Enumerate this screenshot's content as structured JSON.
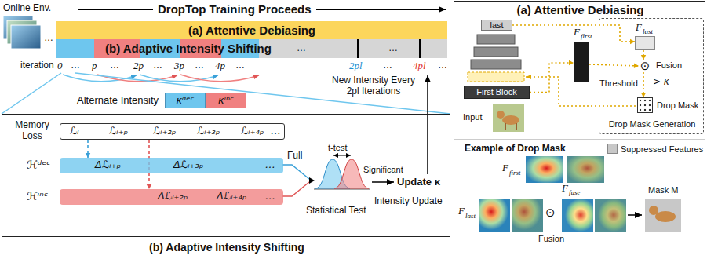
{
  "diagram": {
    "nodes": [
      {
        "text": [
          "(a) Attentive Debiasing"
        ]
      },
      {
        "text": [
          "(b) Adaptive Intensity Shifting"
        ]
      },
      {
        "text": [
          "κᵈᵉᶜ"
        ]
      },
      {
        "text": [
          "κⁱⁿᶜ"
        ]
      },
      {
        "text": [
          "(b) Adaptive Intensity Shifting"
        ]
      },
      {
        "text": [
          "Memory Loss",
          "ℒᵢ",
          "ℒᵢ₊ₚ",
          "ℒᵢ₊₂ₚ",
          "ℒᵢ₊₃ₚ",
          "ℒᵢ₊₄ₚ",
          "…"
        ],
        "in": 4
      },
      {
        "text": [
          "ℋᵈᵉᶜ",
          "Δℒᵢ₊ₚ",
          "Δℒᵢ₊₃ₚ",
          "…"
        ],
        "in": 4
      },
      {
        "text": [
          "ℋⁱⁿᶜ",
          "Δℒᵢ₊₂ₚ",
          "Δℒᵢ₊₄ₚ",
          "…"
        ],
        "in": 4
      },
      {
        "text": [
          "(a) Attentive Debiasing"
        ]
      },
      {
        "text": [
          "last"
        ],
        "in": 8
      },
      {
        "text": [
          "First Block"
        ],
        "in": 8
      },
      {
        "text": [
          "F",
          "first"
        ],
        "in": 8
      },
      {
        "text": [
          "Drop Mask Generation"
        ],
        "in": 8
      },
      {
        "text": [
          "F",
          "last"
        ],
        "in": 12
      },
      {
        "text": [
          "⊙",
          "Fusion"
        ],
        "in": 12
      },
      {
        "text": [
          "Drop Mask"
        ],
        "in": 12
      }
    ],
    "edges": [
      {
        "from": 5,
        "to": 6,
        "arrow": "to"
      },
      {
        "from": 5,
        "to": 7,
        "arrow": "to"
      },
      {
        "from": 10,
        "to": 11,
        "arrow": "to"
      },
      {
        "from": 9,
        "to": 13,
        "arrow": "to"
      },
      {
        "from": 11,
        "to": 14,
        "arrow": "to"
      },
      {
        "from": 13,
        "to": 14,
        "arrow": "to"
      },
      {
        "from": 14,
        "to": 15,
        "arrow": "to"
      }
    ],
    "labels": [
      "DropTop Training Proceeds",
      "Online Env.",
      "…",
      "iteration",
      "0",
      "…",
      "p",
      "…",
      "2p",
      "…",
      "3p",
      "…",
      "4p",
      "…",
      "…",
      "…",
      "2pl",
      "…",
      "4pl",
      "…",
      "Alternate Intensity",
      "New Intensity Every 2pl Iterations",
      "Full",
      "t-test",
      "Statistical Test",
      "Significant",
      "Update κ",
      "Intensity Update",
      "Input",
      "> κ",
      "Threshold",
      "Example of Drop Mask",
      "F",
      "first",
      "F",
      "last",
      "⊙",
      "Fusion",
      "F",
      "fuse",
      "Mask M"
    ],
    "legend": [
      {
        "text": "Suppressed Features",
        "color": "#c8c8c8"
      }
    ]
  }
}
